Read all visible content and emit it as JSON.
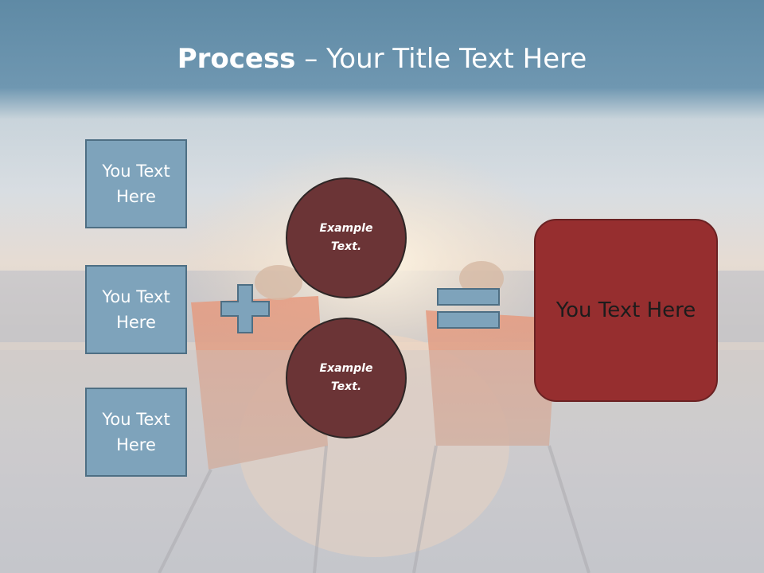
{
  "title": {
    "bold": "Process",
    "rest": " – Your Title Text Here"
  },
  "boxes": [
    "You Text Here",
    "You Text Here",
    "You Text Here"
  ],
  "circles": [
    "Example Text.",
    "Example Text."
  ],
  "result": "You Text Here",
  "colors": {
    "box": "#7ea3bb",
    "circle": "#6b3436",
    "result": "#962e2f",
    "operator": "#7ea3bb"
  }
}
